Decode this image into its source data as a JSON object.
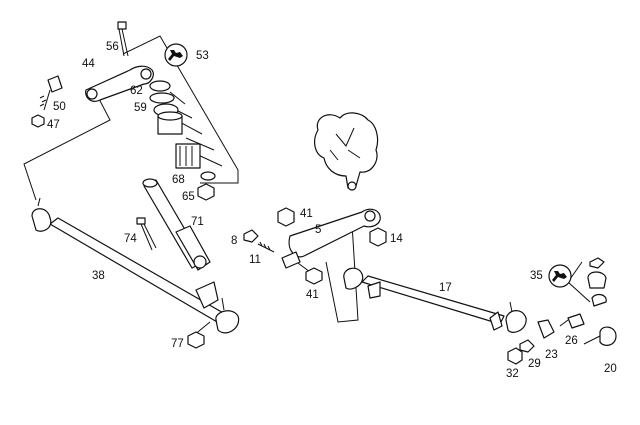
{
  "diagram": {
    "callouts": {
      "c56": "56",
      "c53": "53",
      "c44": "44",
      "c62": "62",
      "c59": "59",
      "c50": "50",
      "c47": "47",
      "c68": "68",
      "c65": "65",
      "c71": "71",
      "c74": "74",
      "c38": "38",
      "c77": "77",
      "c8": "8",
      "c11": "11",
      "c41a": "41",
      "c5": "5",
      "c14": "14",
      "c41b": "41",
      "c17": "17",
      "c35": "35",
      "c26": "26",
      "c23": "23",
      "c29": "29",
      "c32": "32",
      "c20": "20"
    },
    "icons": [
      "wrench-icon",
      "wrench-icon"
    ]
  }
}
